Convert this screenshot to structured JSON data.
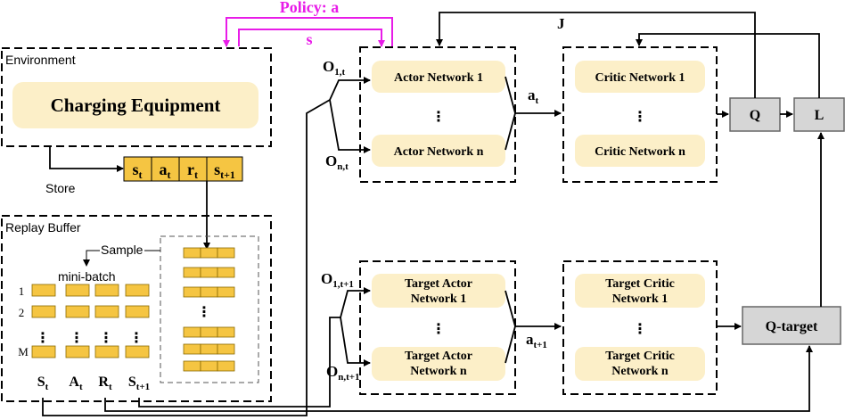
{
  "top_arrows": {
    "policy_label": "Policy: a",
    "state_label": "s",
    "color": "#e81ce8"
  },
  "environment": {
    "title": "Environment",
    "device": "Charging Equipment"
  },
  "transition": {
    "store_label": "Store",
    "cells": [
      {
        "main": "s",
        "sub": "t"
      },
      {
        "main": "a",
        "sub": "t"
      },
      {
        "main": "r",
        "sub": "t"
      },
      {
        "main": "s",
        "sub": "t+1"
      }
    ]
  },
  "replay_buffer": {
    "title": "Replay Buffer",
    "sample_label": "Sample",
    "minibatch_label": "mini-batch",
    "row_labels": [
      "1",
      "2",
      "M"
    ],
    "column_labels": [
      {
        "main": "S",
        "sub": "t"
      },
      {
        "main": "A",
        "sub": "t"
      },
      {
        "main": "R",
        "sub": "t"
      },
      {
        "main": "S",
        "sub": "t+1"
      }
    ]
  },
  "actor_group": {
    "first": "Actor Network 1",
    "last": "Actor Network n",
    "input_first": {
      "main": "O",
      "sub": "1,t"
    },
    "input_last": {
      "main": "O",
      "sub": "n,t"
    },
    "output": {
      "main": "a",
      "sub": "t"
    }
  },
  "critic_group": {
    "first": "Critic Network 1",
    "last": "Critic Network n"
  },
  "target_actor_group": {
    "first_line1": "Target Actor",
    "first_line2": "Network 1",
    "last_line1": "Target Actor",
    "last_line2": "Network n",
    "input_first": {
      "main": "O",
      "sub": "1,t+1"
    },
    "input_last": {
      "main": "O",
      "sub": "n,t+1"
    },
    "output": {
      "main": "a",
      "sub": "t+1"
    }
  },
  "target_critic_group": {
    "first_line1": "Target Critic",
    "first_line2": "Network 1",
    "last_line1": "Target Critic",
    "last_line2": "Network n"
  },
  "blocks": {
    "q": "Q",
    "l": "L",
    "q_target": "Q-target",
    "j_label": "J"
  },
  "ellipsis": "⋮",
  "colors": {
    "network_fill": "#fcefc8",
    "cell_fill": "#f5c542",
    "block_fill": "#d6d6d6",
    "line": "#000000"
  }
}
